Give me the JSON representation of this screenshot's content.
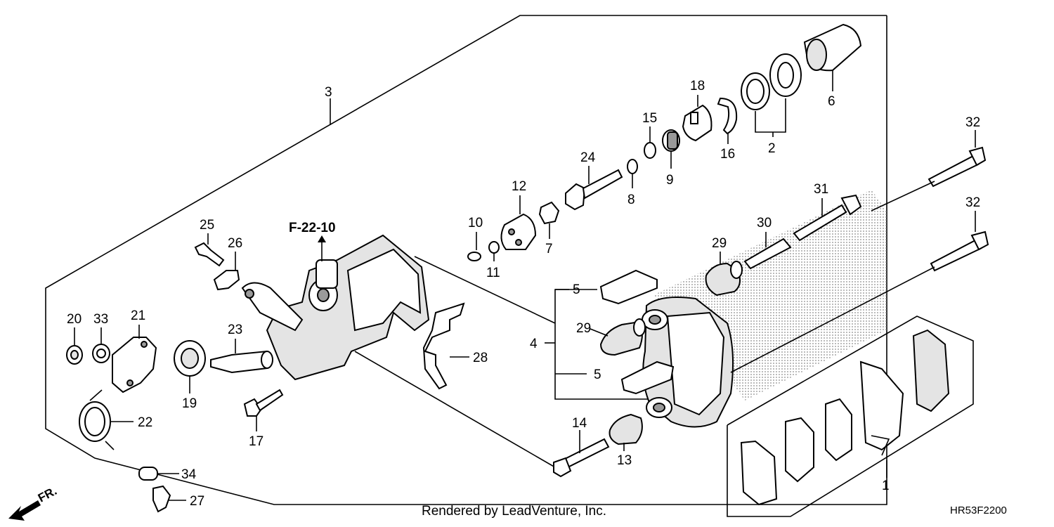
{
  "labels": {
    "p1": "1",
    "p2": "2",
    "p3": "3",
    "p4": "4",
    "p5a": "5",
    "p5b": "5",
    "p6": "6",
    "p7": "7",
    "p8": "8",
    "p9": "9",
    "p10": "10",
    "p11": "11",
    "p12": "12",
    "p13": "13",
    "p14": "14",
    "p15": "15",
    "p16": "16",
    "p17": "17",
    "p18": "18",
    "p19": "19",
    "p20": "20",
    "p21": "21",
    "p22": "22",
    "p23": "23",
    "p24": "24",
    "p25": "25",
    "p26": "26",
    "p27": "27",
    "p28": "28",
    "p29a": "29",
    "p29b": "29",
    "p30": "30",
    "p31": "31",
    "p32a": "32",
    "p32b": "32",
    "p33": "33",
    "p34": "34"
  },
  "reference": "F-22-10",
  "direction_label": "FR.",
  "footer_credit": "Rendered by LeadVenture, Inc.",
  "diagram_code": "HR53F2200"
}
